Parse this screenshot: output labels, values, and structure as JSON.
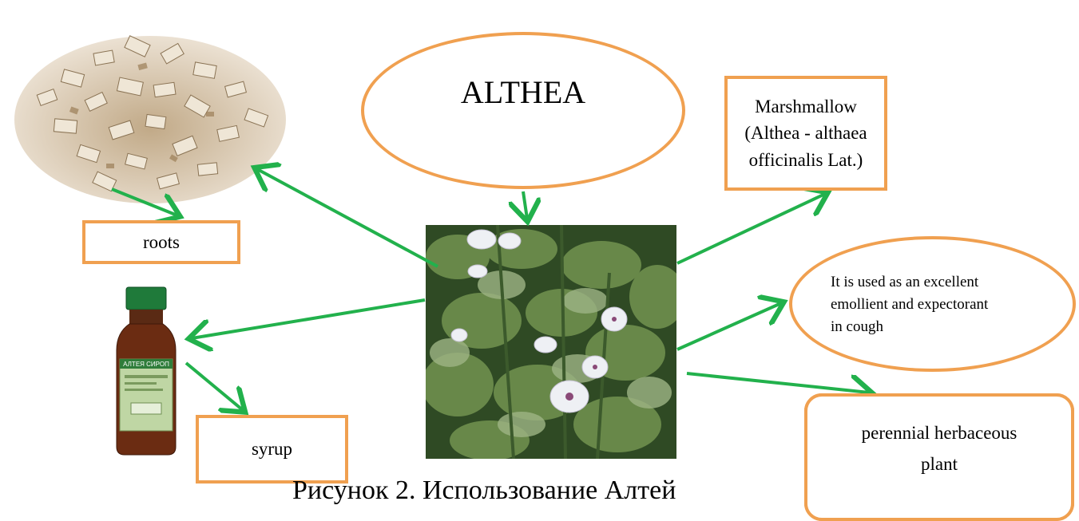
{
  "title": "ALTHEA",
  "nodes": {
    "latin_name": "Marshmallow\n(Althea - althaea\nofficinalis Lat.)",
    "roots": "roots",
    "syrup": "syrup",
    "usage": "It is used as an excellent emollient and expectorant in cough",
    "plant_type": "perennial herbaceous\nplant"
  },
  "caption": "Рисунок 2. Использование Алтей",
  "images": {
    "roots": "dried-root-pieces",
    "syrup": "syrup-bottle",
    "plant": "althea-plant-photo"
  },
  "syrup_label": "АЛТЕЯ СИРОП",
  "colors": {
    "accent_border": "#f0a050",
    "arrow": "#22b14c"
  }
}
